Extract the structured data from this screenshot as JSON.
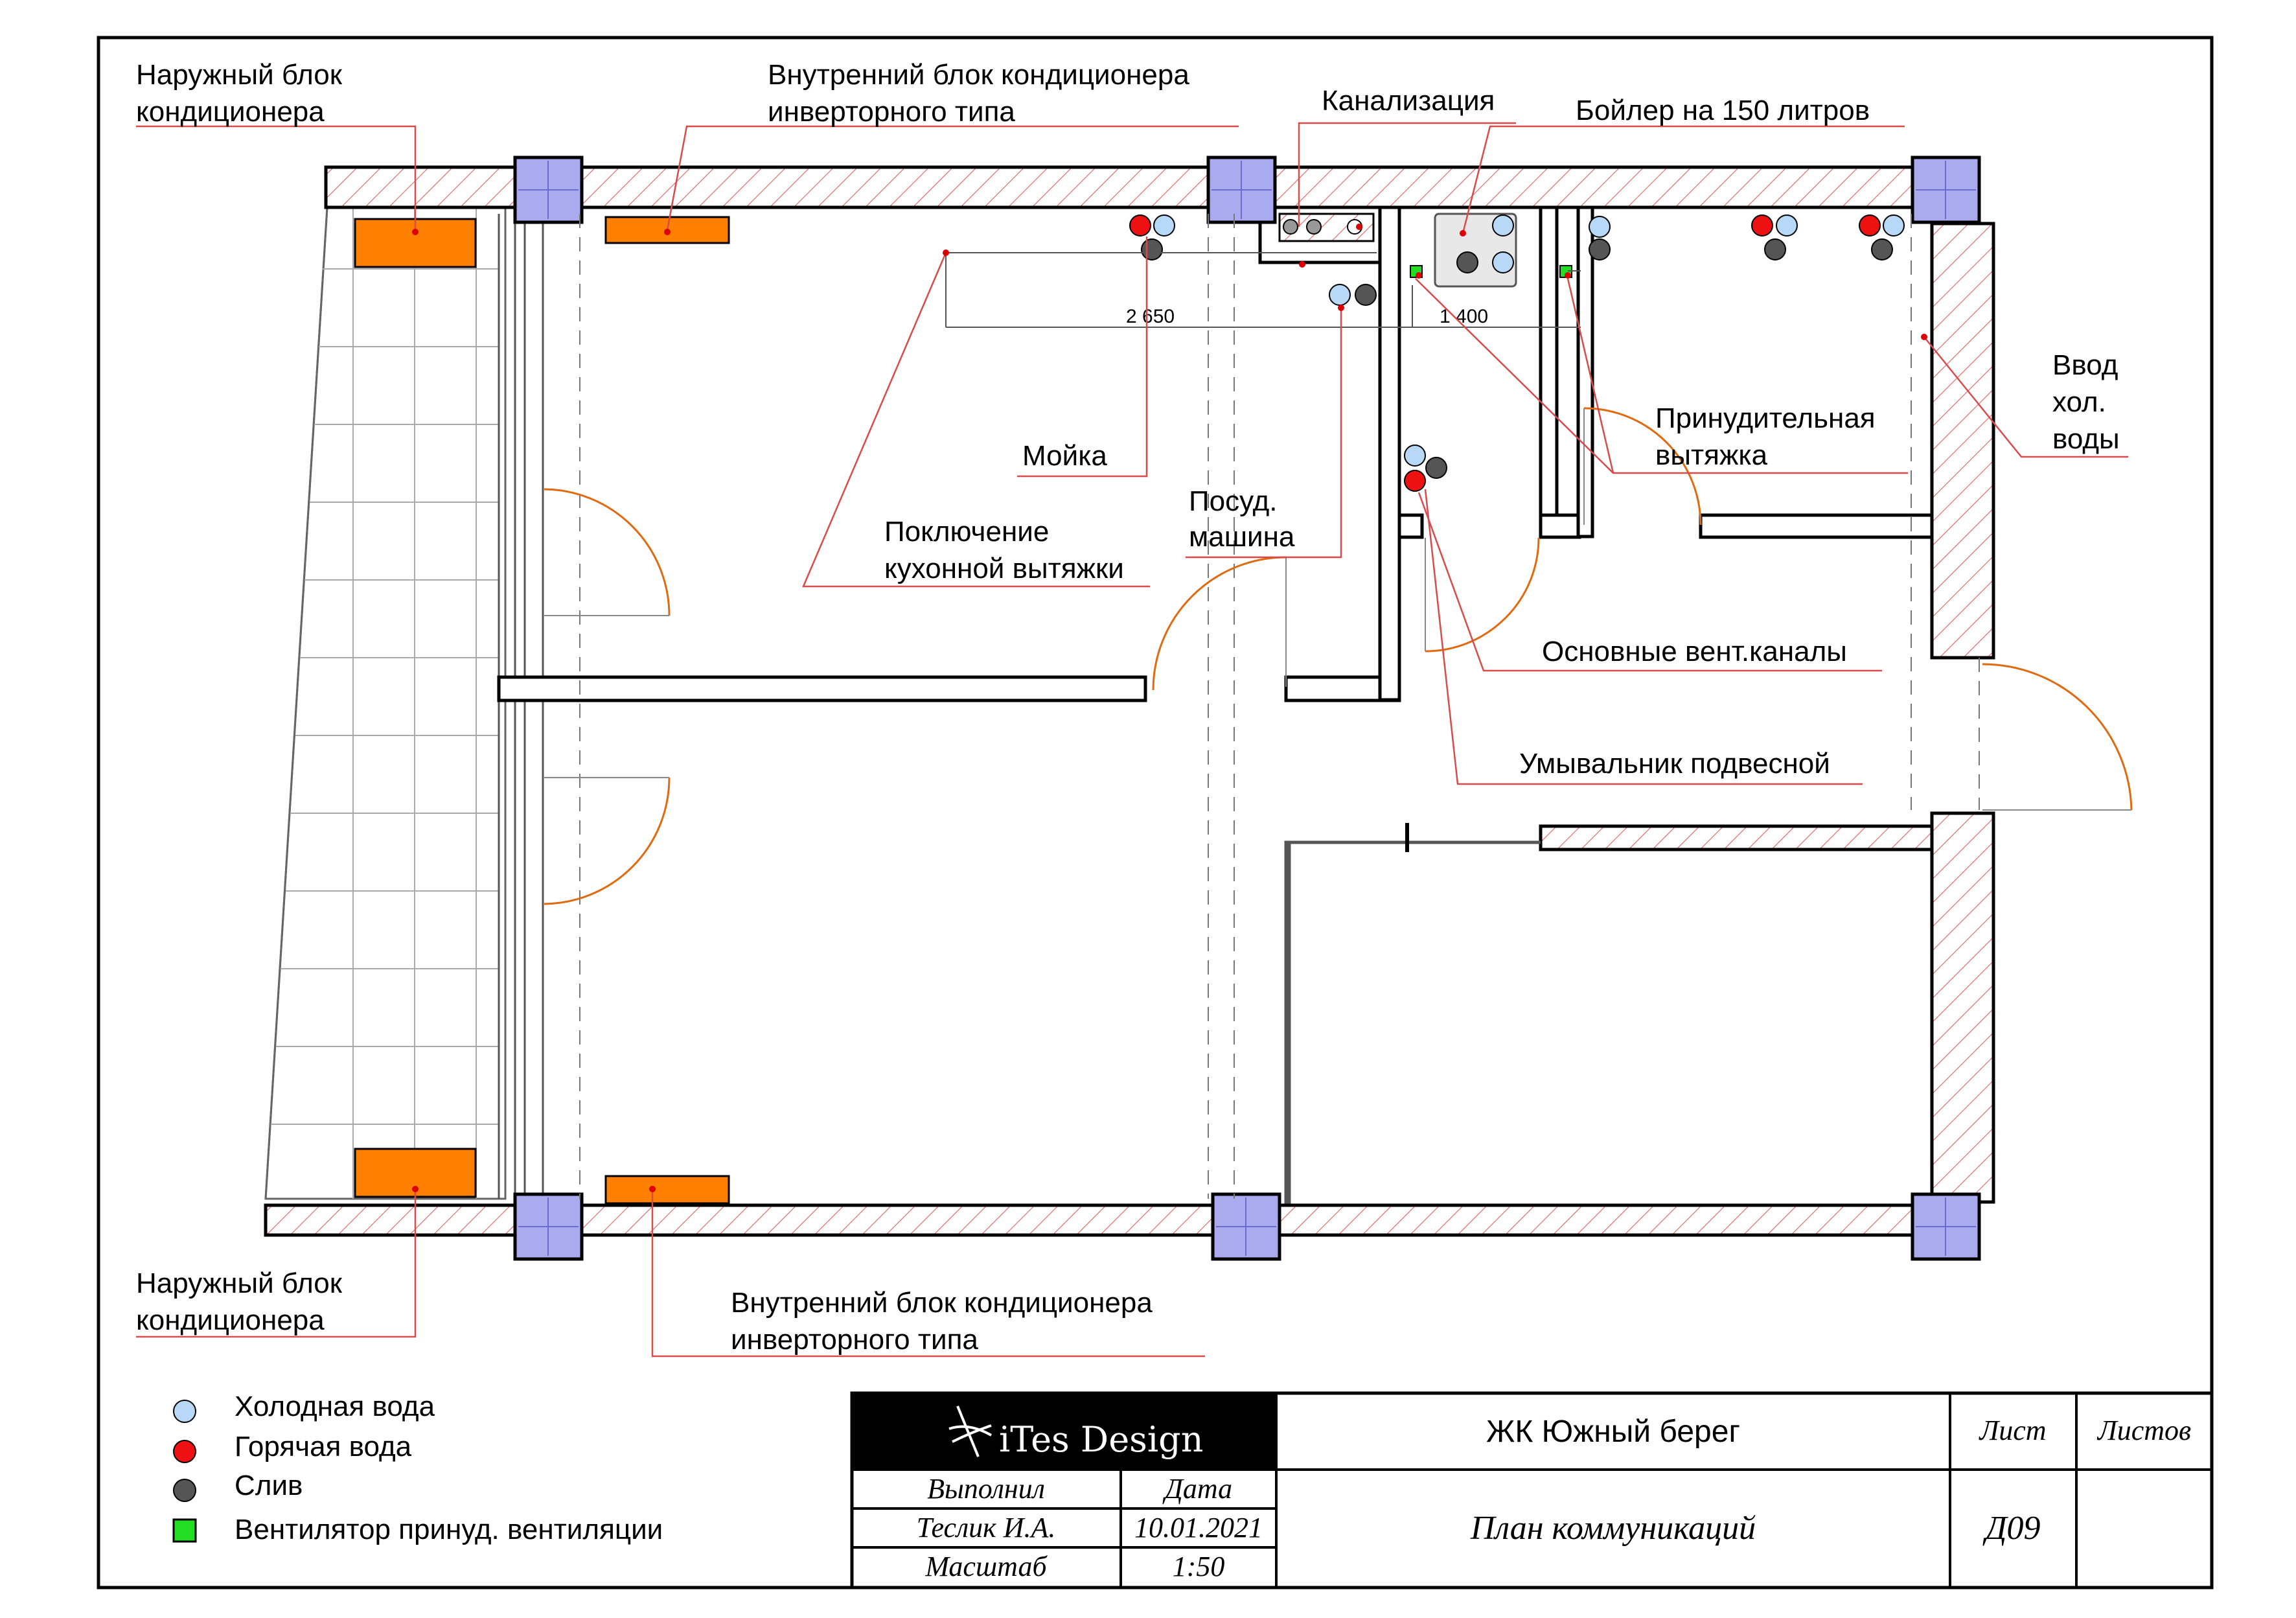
{
  "labels": {
    "outdoor_unit_top": [
      "Наружный блок",
      "кондиционера"
    ],
    "indoor_unit_top": [
      "Внутренний блок кондиционера",
      "инверторного типа"
    ],
    "sewer": "Канализация",
    "boiler": "Бойлер на 150 литров",
    "cold_water_inlet": [
      "Ввод",
      "хол.",
      "воды"
    ],
    "forced_exhaust": [
      "Принудительная",
      "вытяжка"
    ],
    "sink": "Мойка",
    "dishwasher": [
      "Посуд.",
      "машина"
    ],
    "hood_connection": [
      "Поключение",
      "кухонной вытяжки"
    ],
    "vent_channels": "Основные вент.каналы",
    "washbasin": "Умывальник подвесной",
    "outdoor_unit_bottom": [
      "Наружный блок",
      "кондиционера"
    ],
    "indoor_unit_bottom": [
      "Внутренний блок кондиционера",
      "инверторного типа"
    ]
  },
  "dimensions": {
    "d1": "2 650",
    "d2": "1 400"
  },
  "legend": [
    {
      "symbol": "cold-water-icon",
      "color": "#b8d8f8",
      "label": "Холодная вода"
    },
    {
      "symbol": "hot-water-icon",
      "color": "#ee1111",
      "label": "Горячая вода"
    },
    {
      "symbol": "drain-icon",
      "color": "#555555",
      "label": "Слив"
    },
    {
      "symbol": "fan-icon",
      "color": "#22dd22",
      "label": "Вентилятор принуд. вентиляции"
    }
  ],
  "title_block": {
    "logo": "iTes Design",
    "project": "ЖК Южный берег",
    "sheet_title": "План коммуникаций",
    "sheet_label": "Лист",
    "sheets_label": "Листов",
    "sheet_number": "Д09",
    "sheets_total": "",
    "performed_label": "Выполнил",
    "date_label": "Дата",
    "author": "Теслик И.А.",
    "date": "10.01.2021",
    "scale_label": "Масштаб",
    "scale": "1:50"
  },
  "colors": {
    "wall_hatch": "#e06060",
    "column": "#aaaaee",
    "ac_unit": "#ff8000",
    "door_arc": "#e06a10",
    "leader": "#d84b4b",
    "cold_water": "#b8d8f8",
    "hot_water": "#ee1111",
    "drain": "#555555",
    "fan": "#22dd22"
  }
}
